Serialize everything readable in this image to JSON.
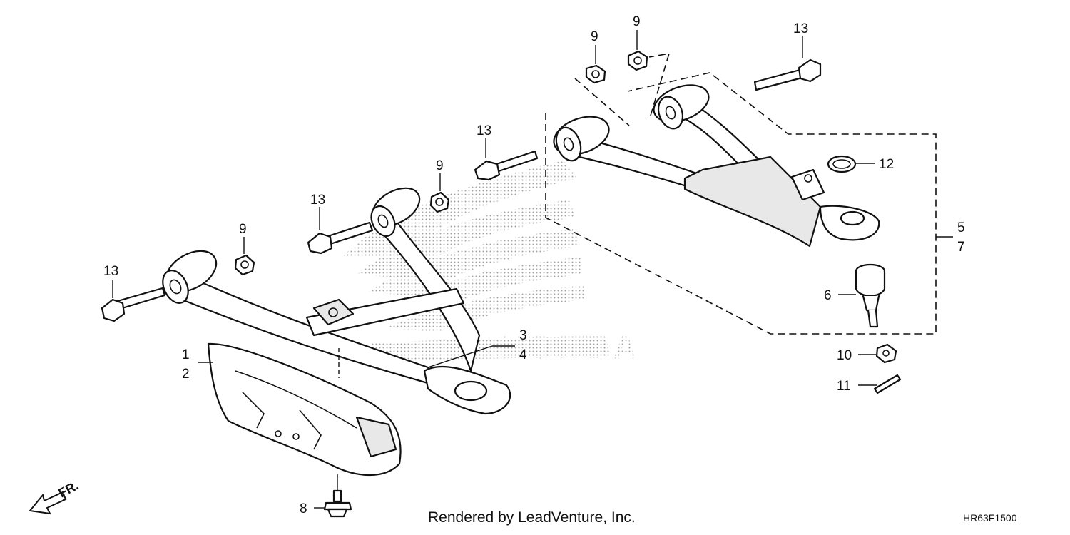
{
  "diagram": {
    "callouts": [
      {
        "id": "c1",
        "text": "1"
      },
      {
        "id": "c2",
        "text": "2"
      },
      {
        "id": "c3",
        "text": "3"
      },
      {
        "id": "c4",
        "text": "4"
      },
      {
        "id": "c5",
        "text": "5"
      },
      {
        "id": "c6",
        "text": "6"
      },
      {
        "id": "c7",
        "text": "7"
      },
      {
        "id": "c8",
        "text": "8"
      },
      {
        "id": "c9a",
        "text": "9"
      },
      {
        "id": "c9b",
        "text": "9"
      },
      {
        "id": "c9c",
        "text": "9"
      },
      {
        "id": "c9d",
        "text": "9"
      },
      {
        "id": "c10",
        "text": "10"
      },
      {
        "id": "c11",
        "text": "11"
      },
      {
        "id": "c12",
        "text": "12"
      },
      {
        "id": "c13a",
        "text": "13"
      },
      {
        "id": "c13b",
        "text": "13"
      },
      {
        "id": "c13c",
        "text": "13"
      },
      {
        "id": "c13d",
        "text": "13"
      }
    ],
    "front_indicator": "FR.",
    "credit": "Rendered by LeadVenture, Inc.",
    "diagram_code": "HR63F1500",
    "watermark_text": "HONDA"
  }
}
